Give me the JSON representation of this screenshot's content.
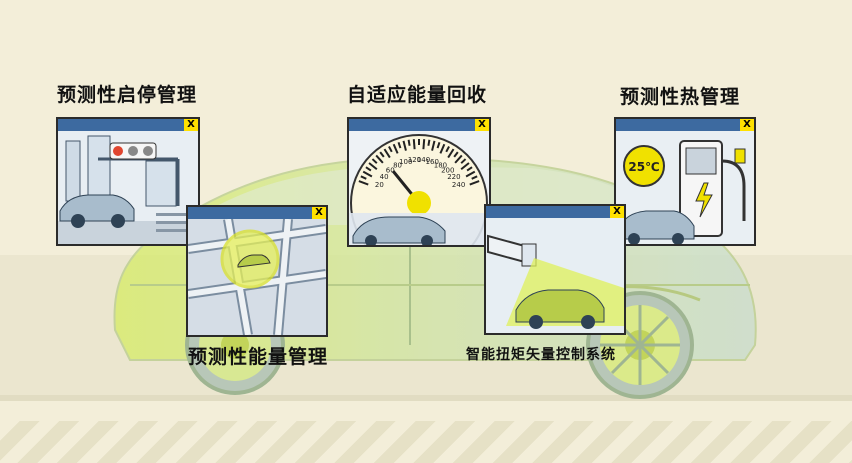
{
  "labels": {
    "predictive_start_stop": "预测性启停管理",
    "adaptive_energy_recovery": "自适应能量回收",
    "predictive_thermal": "预测性热管理",
    "predictive_energy": "预测性能量管理",
    "torque_vectoring": "智能扭矩矢量控制系统"
  },
  "panel_close": "X",
  "speedometer": {
    "ticks": [
      "20",
      "40",
      "60",
      "80",
      "100",
      "120",
      "140",
      "160",
      "180",
      "200",
      "220",
      "240"
    ]
  },
  "thermal_panel": {
    "temperature": "25℃"
  },
  "colors": {
    "accent": "#d6e84a",
    "frame_blue": "#3d6aa0",
    "close_yellow": "#ffe100"
  }
}
